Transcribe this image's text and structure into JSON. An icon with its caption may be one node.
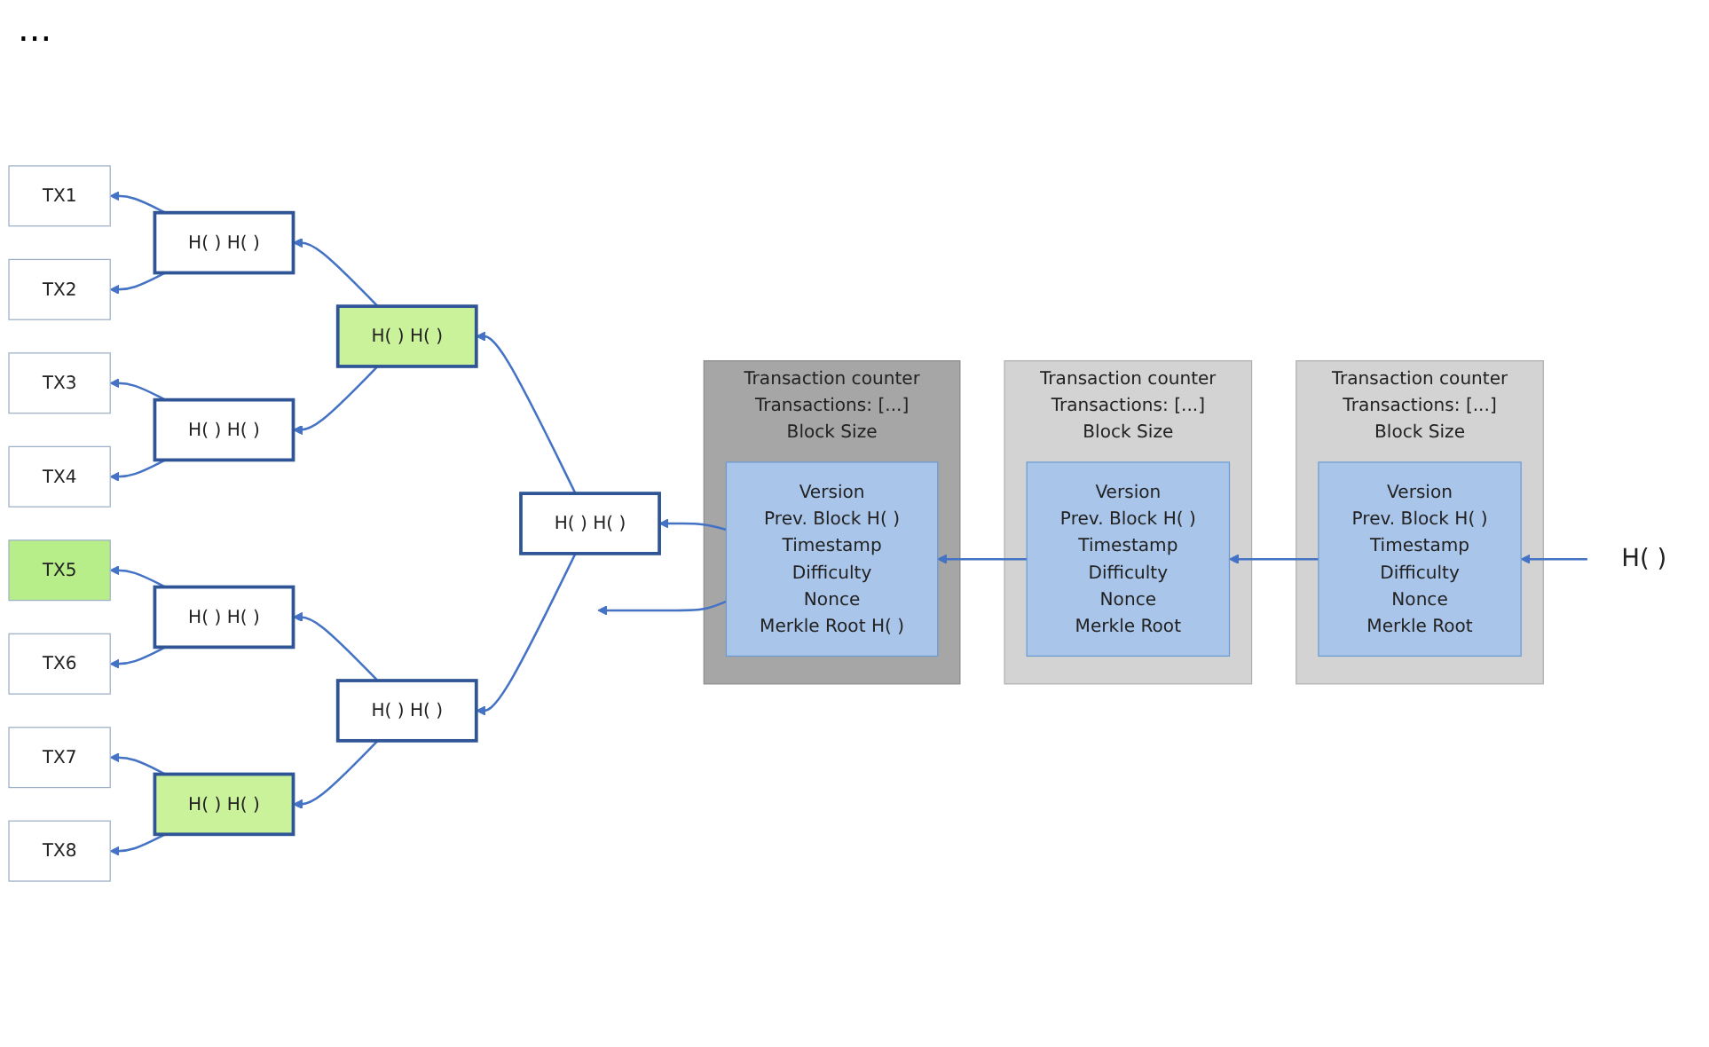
{
  "diagram": {
    "nodes": [
      {
        "text": [
          "Transaction counter",
          "Transactions: [...]",
          "Block Size"
        ]
      },
      {
        "text": [
          "Version",
          "Prev. Block H( )",
          "Timestamp",
          "Difficulty",
          "Nonce",
          "Merkle Root H( )"
        ],
        "in": 0
      },
      {
        "text": [
          "Transaction counter",
          "Transactions: [...]",
          "Block Size"
        ]
      },
      {
        "text": [
          "Version",
          "Prev. Block H( )",
          "Timestamp",
          "Difficulty",
          "Nonce",
          "Merkle Root"
        ],
        "in": 2
      },
      {
        "text": [
          "Transaction counter",
          "Transactions: [...]",
          "Block Size"
        ]
      },
      {
        "text": [
          "Version",
          "Prev. Block H( )",
          "Timestamp",
          "Difficulty",
          "Nonce",
          "Merkle Root"
        ],
        "in": 4
      },
      {
        "text": [
          "H( )"
        ]
      },
      {
        "text": [
          "H( ) H( )"
        ]
      },
      {
        "text": [
          "H( ) H( )"
        ]
      },
      {
        "text": [
          "H( ) H( )"
        ]
      },
      {
        "text": [
          "H( ) H( )"
        ]
      },
      {
        "text": [
          "H( ) H( )"
        ]
      },
      {
        "text": [
          "H( ) H( )"
        ]
      },
      {
        "text": [
          "H( ) H( )"
        ]
      },
      {
        "text": [
          "TX1"
        ]
      },
      {
        "text": [
          "TX2"
        ]
      },
      {
        "text": [
          "TX3"
        ]
      },
      {
        "text": [
          "TX4"
        ]
      },
      {
        "text": [
          "TX5"
        ]
      },
      {
        "text": [
          "TX6"
        ]
      },
      {
        "text": [
          "TX7"
        ]
      },
      {
        "text": [
          "TX8"
        ]
      }
    ],
    "edges": [
      {
        "from": 1,
        "to": null,
        "arrow": "to"
      },
      {
        "from": 3,
        "to": 1,
        "arrow": "to"
      },
      {
        "from": 5,
        "to": 3,
        "arrow": "to"
      },
      {
        "from": 6,
        "to": 5,
        "arrow": "to"
      },
      {
        "from": 1,
        "to": 7,
        "arrow": "to"
      },
      {
        "from": 7,
        "to": 8,
        "arrow": "to"
      },
      {
        "from": 7,
        "to": 9,
        "arrow": "to"
      },
      {
        "from": 8,
        "to": 10,
        "arrow": "to"
      },
      {
        "from": 8,
        "to": 11,
        "arrow": "to"
      },
      {
        "from": 9,
        "to": 12,
        "arrow": "to"
      },
      {
        "from": 9,
        "to": 13,
        "arrow": "to"
      },
      {
        "from": 10,
        "to": 14,
        "arrow": "to"
      },
      {
        "from": 10,
        "to": 15,
        "arrow": "to"
      },
      {
        "from": 11,
        "to": 16,
        "arrow": "to"
      },
      {
        "from": 11,
        "to": 17,
        "arrow": "to"
      },
      {
        "from": 12,
        "to": 18,
        "arrow": "to"
      },
      {
        "from": 12,
        "to": 19,
        "arrow": "to"
      },
      {
        "from": 13,
        "to": 20,
        "arrow": "to"
      },
      {
        "from": 13,
        "to": 21,
        "arrow": "to"
      }
    ],
    "labels": [
      "..."
    ]
  }
}
